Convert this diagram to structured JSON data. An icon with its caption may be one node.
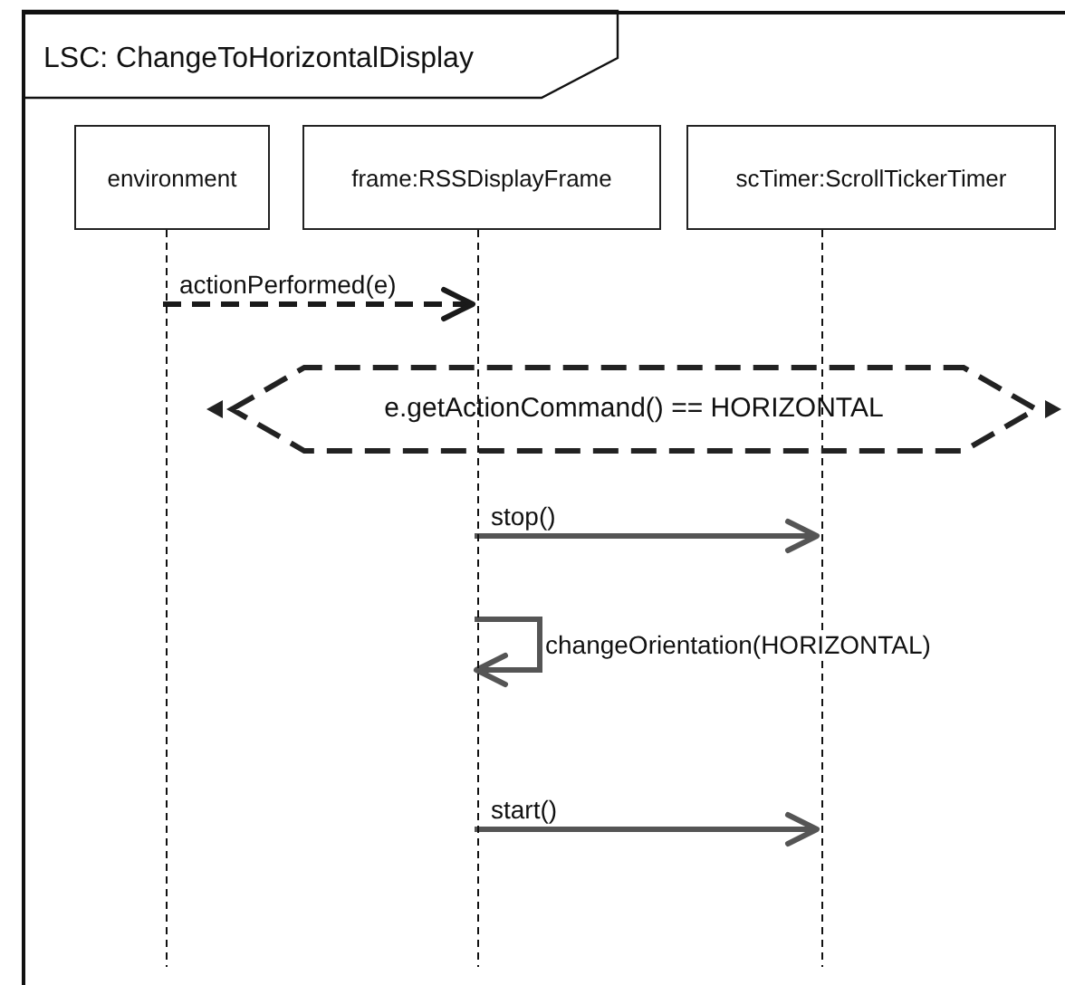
{
  "diagram": {
    "nodes": [
      {
        "text": [
          "LSC: ChangeToHorizontalDisplay"
        ]
      },
      {
        "text": [
          "environment"
        ],
        "in": 0
      },
      {
        "text": [
          "frame:RSSDisplayFrame"
        ],
        "in": 0
      },
      {
        "text": [
          "scTimer:ScrollTickerTimer"
        ],
        "in": 0
      },
      {
        "text": [
          "e.getActionCommand() == HORIZONTAL"
        ],
        "in": 0
      }
    ],
    "edges": [
      {
        "from": 1,
        "to": 2,
        "arrow": "to",
        "label": "actionPerformed(e)",
        "style": "dashed",
        "color": "#1a1a1a"
      },
      {
        "from": 2,
        "to": 3,
        "arrow": "to",
        "label": "stop()"
      },
      {
        "from": 2,
        "to": 2,
        "arrow": "to",
        "label": "changeOrientation(HORIZONTAL)"
      },
      {
        "from": 2,
        "to": 3,
        "arrow": "to",
        "label": "start()"
      }
    ]
  }
}
